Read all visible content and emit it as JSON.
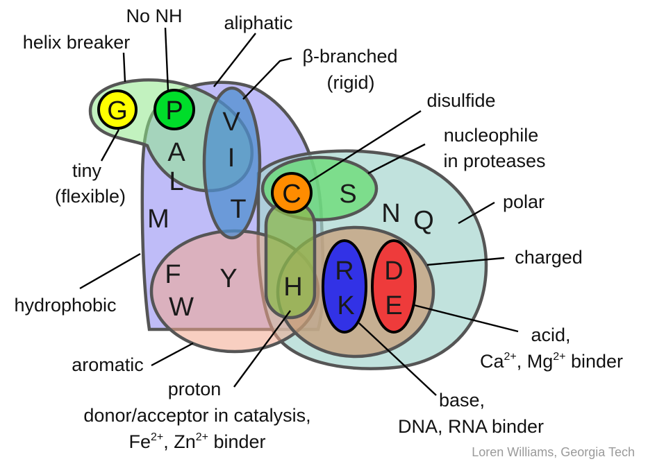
{
  "labels": {
    "no_nh": "No NH",
    "aliphatic": "aliphatic",
    "helix_breaker": "helix breaker",
    "beta_branched_1": "β-branched",
    "beta_branched_2": "(rigid)",
    "disulfide": "disulfide",
    "nucleophile_1": "nucleophile",
    "nucleophile_2": "in proteases",
    "tiny_1": "tiny",
    "tiny_2": "(flexible)",
    "polar": "polar",
    "charged": "charged",
    "hydrophobic": "hydrophobic",
    "acid_1": "acid,",
    "acid_2_ca": "Ca",
    "acid_2_ca_sup": "2+",
    "acid_2_mg": ", Mg",
    "acid_2_mg_sup": "2+",
    "acid_2_rest": " binder",
    "aromatic": "aromatic",
    "proton_1": "proton",
    "proton_2": "donor/acceptor in catalysis,",
    "proton_3_fe": "Fe",
    "proton_3_fe_sup": "2+",
    "proton_3_zn": ", Zn",
    "proton_3_zn_sup": "2+",
    "proton_3_rest": " binder",
    "base_1": "base,",
    "base_2": "DNA, RNA binder"
  },
  "amino_acids": {
    "G": "G",
    "P": "P",
    "V": "V",
    "I": "I",
    "A": "A",
    "L": "L",
    "M": "M",
    "T": "T",
    "C": "C",
    "S": "S",
    "N": "N",
    "Q": "Q",
    "F": "F",
    "W": "W",
    "Y": "Y",
    "H": "H",
    "R": "R",
    "K": "K",
    "D": "D",
    "E": "E"
  },
  "credit": "Loren Williams, Georgia Tech",
  "colors": {
    "hydrophobic": "#a9a6f5",
    "polar": "#a6d6cf",
    "aromatic": "#f2a78e",
    "charged": "#c79e78",
    "small_green": "#8fe88a",
    "beta_branched": "#4f8fcf",
    "thiol_green": "#5fdc6a",
    "histidine": "#8cb84e",
    "glycine": "#ffff00",
    "proline": "#00dd2a",
    "cysteine": "#ff8c00",
    "basic": "#3232e6",
    "acidic": "#ee3b3b"
  }
}
